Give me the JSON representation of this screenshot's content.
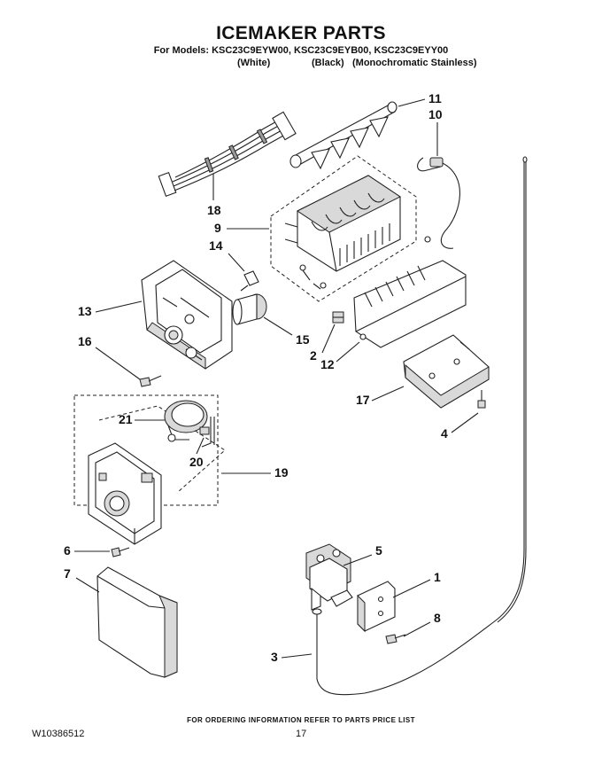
{
  "header": {
    "title": "ICEMAKER PARTS",
    "models_line": "For Models: KSC23C9EYW00, KSC23C9EYB00, KSC23C9EYY00",
    "variant_white": "(White)",
    "variant_black": "(Black)",
    "variant_stainless": "(Monochromatic Stainless)"
  },
  "callouts": {
    "c1": "1",
    "c2": "2",
    "c3": "3",
    "c4": "4",
    "c5": "5",
    "c6": "6",
    "c7": "7",
    "c8": "8",
    "c9": "9",
    "c10": "10",
    "c11": "11",
    "c12": "12",
    "c13": "13",
    "c14": "14",
    "c15": "15",
    "c16": "16",
    "c17": "17",
    "c18": "18",
    "c19": "19",
    "c20": "20",
    "c21": "21"
  },
  "footer": {
    "order_note": "FOR ORDERING INFORMATION REFER TO PARTS PRICE LIST",
    "doc_number": "W10386512",
    "page_number": "17"
  }
}
